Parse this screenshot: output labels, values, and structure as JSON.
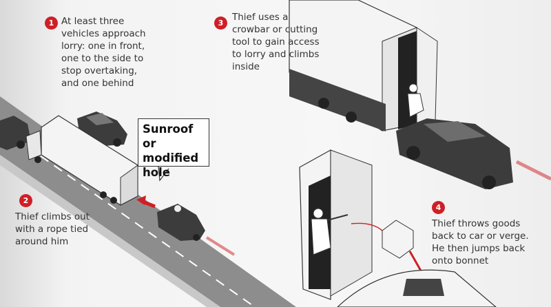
{
  "steps": [
    {
      "number": "1",
      "text": "At least three\nvehicles approach\nlorry: one in front,\none to the side to\nstop overtaking,\nand one behind"
    },
    {
      "number": "2",
      "text": "Thief climbs out\nwith a rope tied\naround him"
    },
    {
      "number": "3",
      "text": "Thief uses a\ncrowbar or cutting\ntool to gain access\nto lorry and climbs\ninside"
    },
    {
      "number": "4",
      "text": "Thief throws goods\nback to car or verge.\nHe then jumps back\nonto bonnet"
    }
  ],
  "callout": {
    "text": "Sunroof or\nmodified\nhole"
  },
  "colors": {
    "accent": "#cf1f26",
    "road": "#8a8a8a",
    "car": "#3c3c3c",
    "lorry": "#f2f2f2"
  }
}
